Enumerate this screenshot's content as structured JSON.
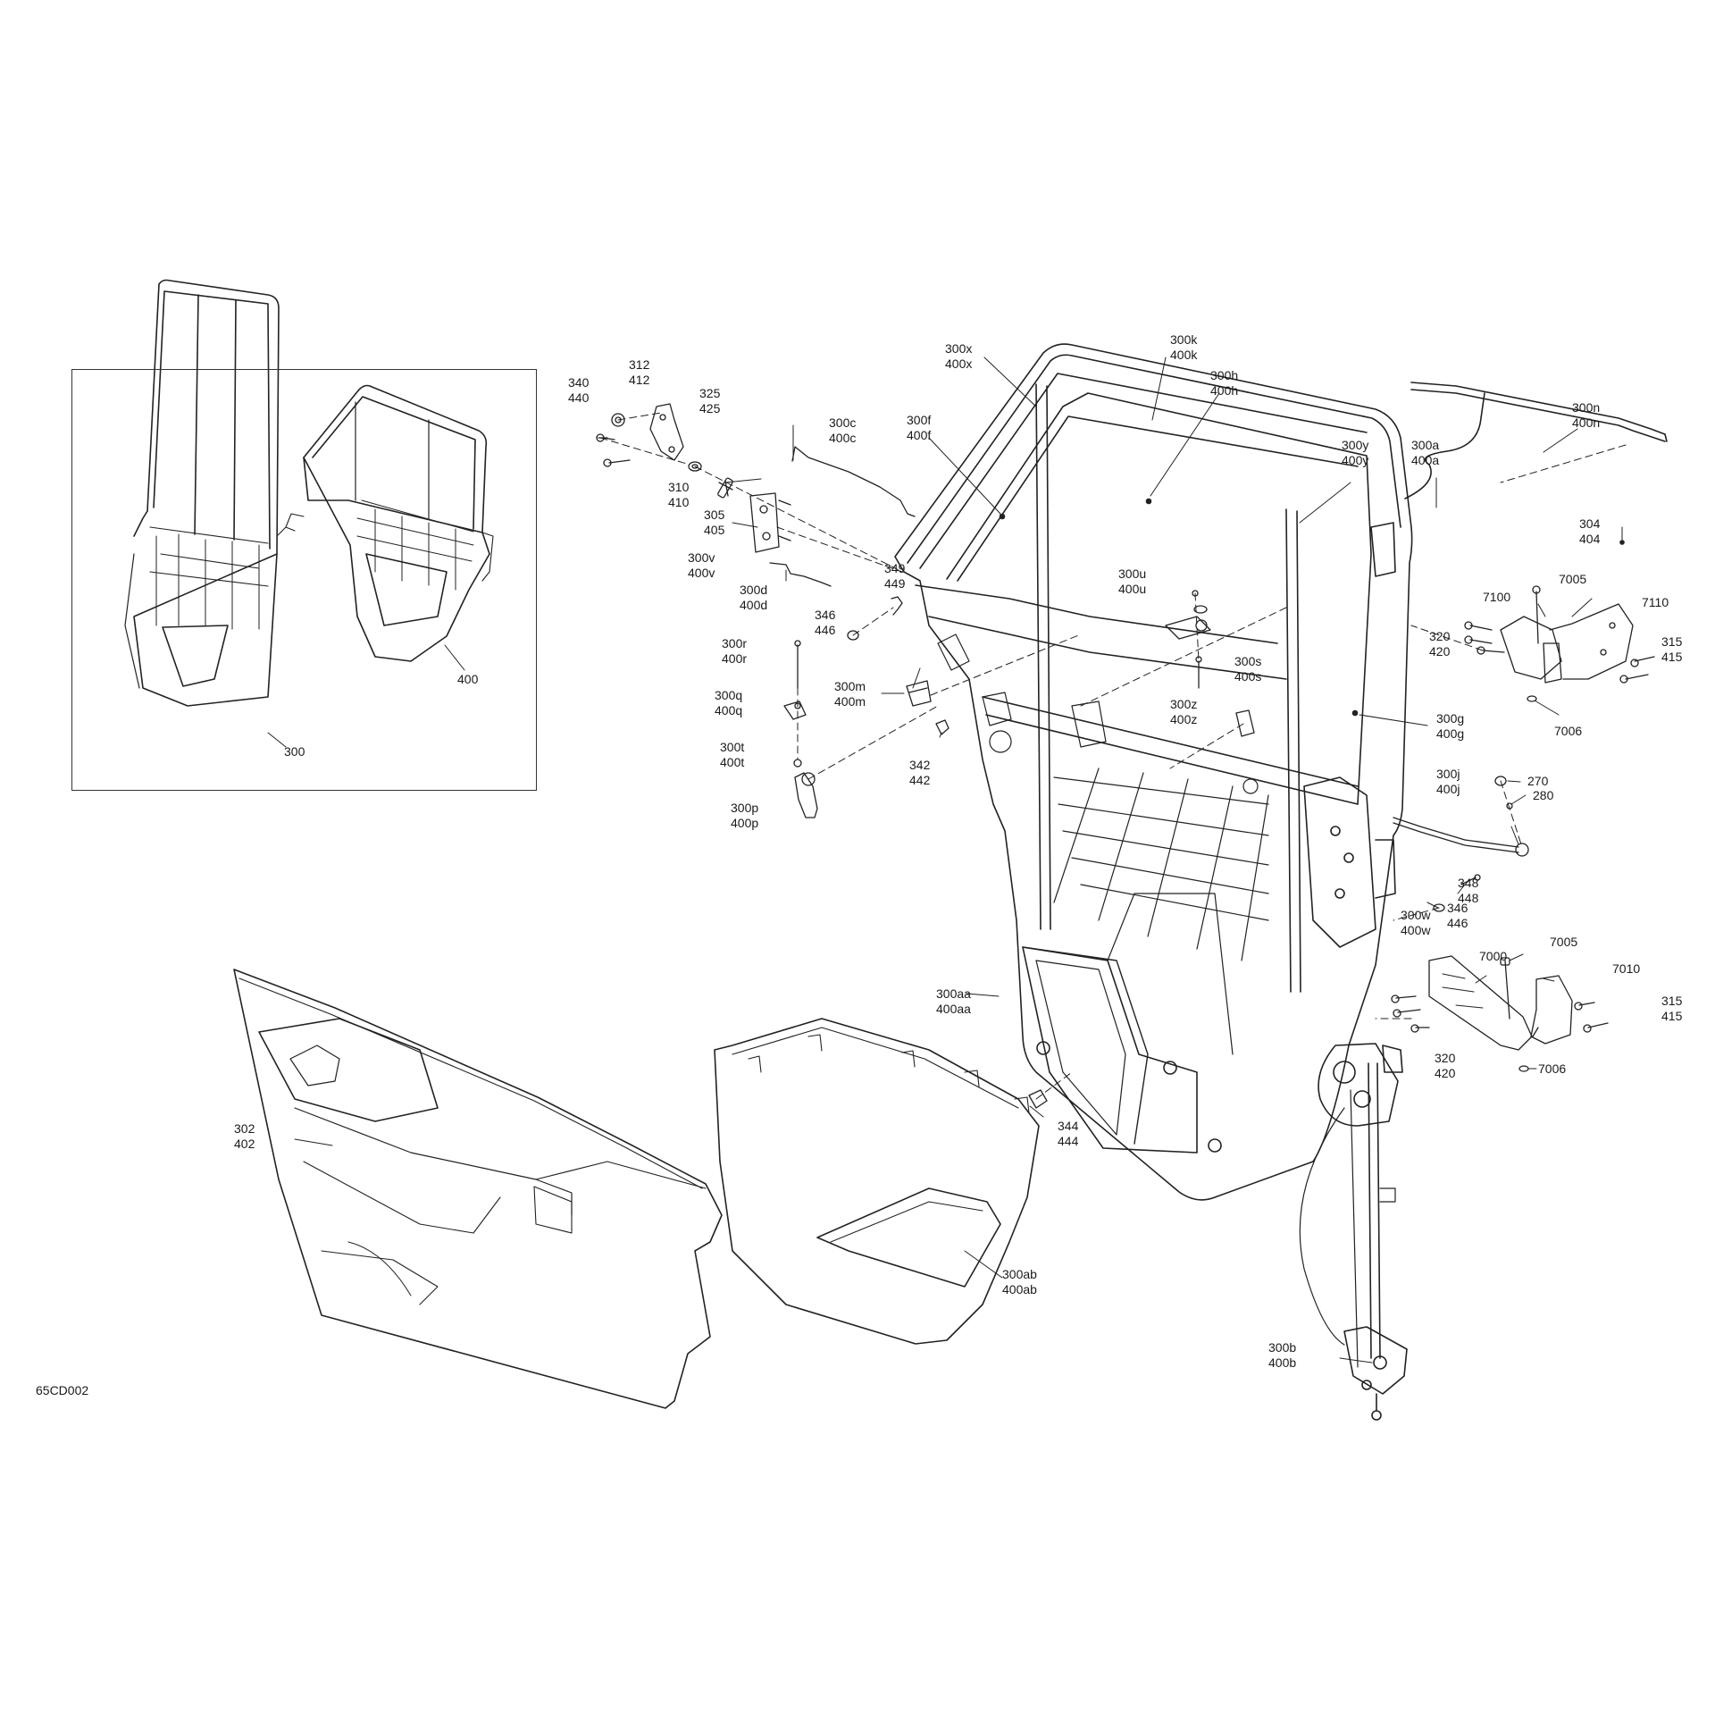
{
  "diagram_code": "65CD002",
  "inset": {
    "labels": [
      {
        "id": "inset-300",
        "lines": [
          "300"
        ]
      },
      {
        "id": "inset-400",
        "lines": [
          "400"
        ]
      }
    ]
  },
  "callouts": [
    {
      "id": "340",
      "lines": [
        "340",
        "440"
      ]
    },
    {
      "id": "312",
      "lines": [
        "312",
        "412"
      ]
    },
    {
      "id": "325",
      "lines": [
        "325",
        "425"
      ]
    },
    {
      "id": "310",
      "lines": [
        "310",
        "410"
      ]
    },
    {
      "id": "305",
      "lines": [
        "305",
        "405"
      ]
    },
    {
      "id": "300v",
      "lines": [
        "300v",
        "400v"
      ]
    },
    {
      "id": "300c",
      "lines": [
        "300c",
        "400c"
      ]
    },
    {
      "id": "300d",
      "lines": [
        "300d",
        "400d"
      ]
    },
    {
      "id": "300f",
      "lines": [
        "300f",
        "400f"
      ]
    },
    {
      "id": "300x",
      "lines": [
        "300x",
        "400x"
      ]
    },
    {
      "id": "300k",
      "lines": [
        "300k",
        "400k"
      ]
    },
    {
      "id": "300h",
      "lines": [
        "300h",
        "400h"
      ]
    },
    {
      "id": "300y",
      "lines": [
        "300y",
        "400y"
      ]
    },
    {
      "id": "300a",
      "lines": [
        "300a",
        "400a"
      ]
    },
    {
      "id": "300n",
      "lines": [
        "300n",
        "400n"
      ]
    },
    {
      "id": "304",
      "lines": [
        "304",
        "404"
      ]
    },
    {
      "id": "349",
      "lines": [
        "349",
        "449"
      ]
    },
    {
      "id": "346a",
      "lines": [
        "346",
        "446"
      ]
    },
    {
      "id": "300r",
      "lines": [
        "300r",
        "400r"
      ]
    },
    {
      "id": "300m",
      "lines": [
        "300m",
        "400m"
      ]
    },
    {
      "id": "300q",
      "lines": [
        "300q",
        "400q"
      ]
    },
    {
      "id": "300t",
      "lines": [
        "300t",
        "400t"
      ]
    },
    {
      "id": "342",
      "lines": [
        "342",
        "442"
      ]
    },
    {
      "id": "300p",
      "lines": [
        "300p",
        "400p"
      ]
    },
    {
      "id": "300u",
      "lines": [
        "300u",
        "400u"
      ]
    },
    {
      "id": "300s",
      "lines": [
        "300s",
        "400s"
      ]
    },
    {
      "id": "300z",
      "lines": [
        "300z",
        "400z"
      ]
    },
    {
      "id": "300g",
      "lines": [
        "300g",
        "400g"
      ]
    },
    {
      "id": "7100",
      "lines": [
        "7100"
      ]
    },
    {
      "id": "7005a",
      "lines": [
        "7005"
      ]
    },
    {
      "id": "7110",
      "lines": [
        "7110"
      ]
    },
    {
      "id": "320a",
      "lines": [
        "320",
        "420"
      ]
    },
    {
      "id": "315a",
      "lines": [
        "315",
        "415"
      ]
    },
    {
      "id": "7006a",
      "lines": [
        "7006"
      ]
    },
    {
      "id": "270",
      "lines": [
        "270"
      ]
    },
    {
      "id": "280",
      "lines": [
        "280"
      ]
    },
    {
      "id": "300j",
      "lines": [
        "300j",
        "400j"
      ]
    },
    {
      "id": "348",
      "lines": [
        "348",
        "448"
      ]
    },
    {
      "id": "346b",
      "lines": [
        "346",
        "446"
      ]
    },
    {
      "id": "300w",
      "lines": [
        "300w",
        "400w"
      ]
    },
    {
      "id": "7000",
      "lines": [
        "7000"
      ]
    },
    {
      "id": "7005b",
      "lines": [
        "7005"
      ]
    },
    {
      "id": "7010",
      "lines": [
        "7010"
      ]
    },
    {
      "id": "315b",
      "lines": [
        "315",
        "415"
      ]
    },
    {
      "id": "320b",
      "lines": [
        "320",
        "420"
      ]
    },
    {
      "id": "7006b",
      "lines": [
        "7006"
      ]
    },
    {
      "id": "300aa",
      "lines": [
        "300aa",
        "400aa"
      ]
    },
    {
      "id": "302",
      "lines": [
        "302",
        "402"
      ]
    },
    {
      "id": "344",
      "lines": [
        "344",
        "444"
      ]
    },
    {
      "id": "300ab",
      "lines": [
        "300ab",
        "400ab"
      ]
    },
    {
      "id": "300b",
      "lines": [
        "300b",
        "400b"
      ]
    }
  ]
}
